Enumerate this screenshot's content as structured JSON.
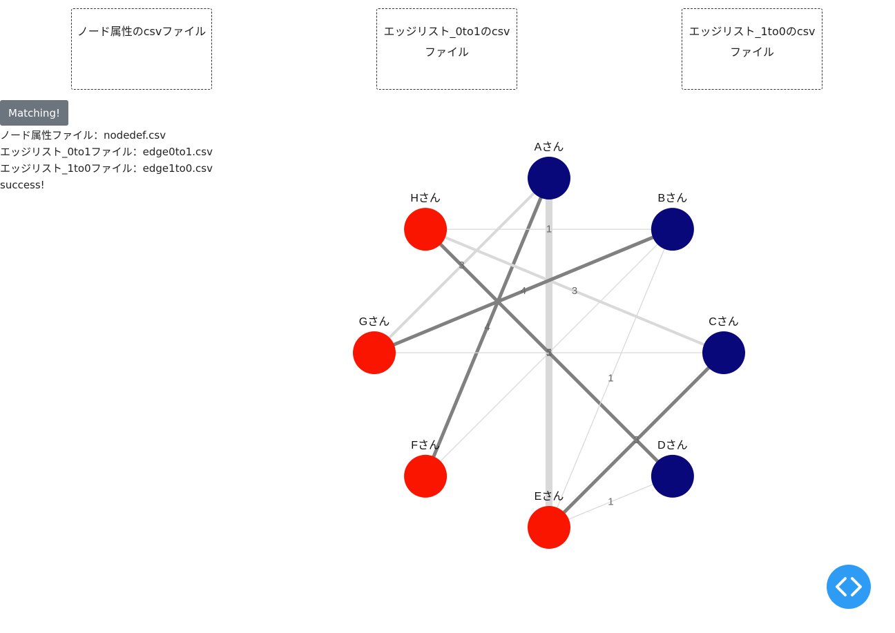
{
  "dropzones": [
    {
      "label": "ノード属性のcsvファイル"
    },
    {
      "label": "エッジリスト_0to1のcsvファイル"
    },
    {
      "label": "エッジリスト_1to0のcsvファイル"
    }
  ],
  "match_button": {
    "label": "Matching!"
  },
  "status": {
    "node_file": "ノード属性ファイル：nodedef.csv",
    "edge0to1_file": "エッジリスト_0to1ファイル：edge0to1.csv",
    "edge1to0_file": "エッジリスト_1to0ファイル：edge1to0.csv",
    "result": "success!"
  },
  "colors": {
    "group0": "#08087a",
    "group1": "#f91500",
    "accent": "#2e9cf5",
    "button": "#6c757d"
  },
  "graph": {
    "nodes": [
      {
        "id": "A",
        "label": "Aさん",
        "group": 0
      },
      {
        "id": "B",
        "label": "Bさん",
        "group": 0
      },
      {
        "id": "C",
        "label": "Cさん",
        "group": 0
      },
      {
        "id": "D",
        "label": "Dさん",
        "group": 0
      },
      {
        "id": "E",
        "label": "Eさん",
        "group": 1
      },
      {
        "id": "F",
        "label": "Fさん",
        "group": 1
      },
      {
        "id": "G",
        "label": "Gさん",
        "group": 1
      },
      {
        "id": "H",
        "label": "Hさん",
        "group": 1
      }
    ],
    "edges": [
      {
        "from": "A",
        "to": "E",
        "weight": 5,
        "matched": false
      },
      {
        "from": "A",
        "to": "G",
        "weight": 3,
        "matched": false
      },
      {
        "from": "A",
        "to": "F",
        "weight": 4,
        "matched": true
      },
      {
        "from": "H",
        "to": "B",
        "weight": 1,
        "matched": false
      },
      {
        "from": "H",
        "to": "C",
        "weight": 3,
        "matched": false
      },
      {
        "from": "H",
        "to": "D",
        "weight": 3,
        "matched": true
      },
      {
        "from": "G",
        "to": "B",
        "weight": 4,
        "matched": true
      },
      {
        "from": "G",
        "to": "C",
        "weight": 1,
        "matched": false
      },
      {
        "from": "B",
        "to": "F",
        "weight": 1,
        "matched": false
      },
      {
        "from": "B",
        "to": "E",
        "weight": 1,
        "matched": false
      },
      {
        "from": "C",
        "to": "E",
        "weight": 3,
        "matched": true
      },
      {
        "from": "E",
        "to": "D",
        "weight": 1,
        "matched": false
      }
    ]
  }
}
